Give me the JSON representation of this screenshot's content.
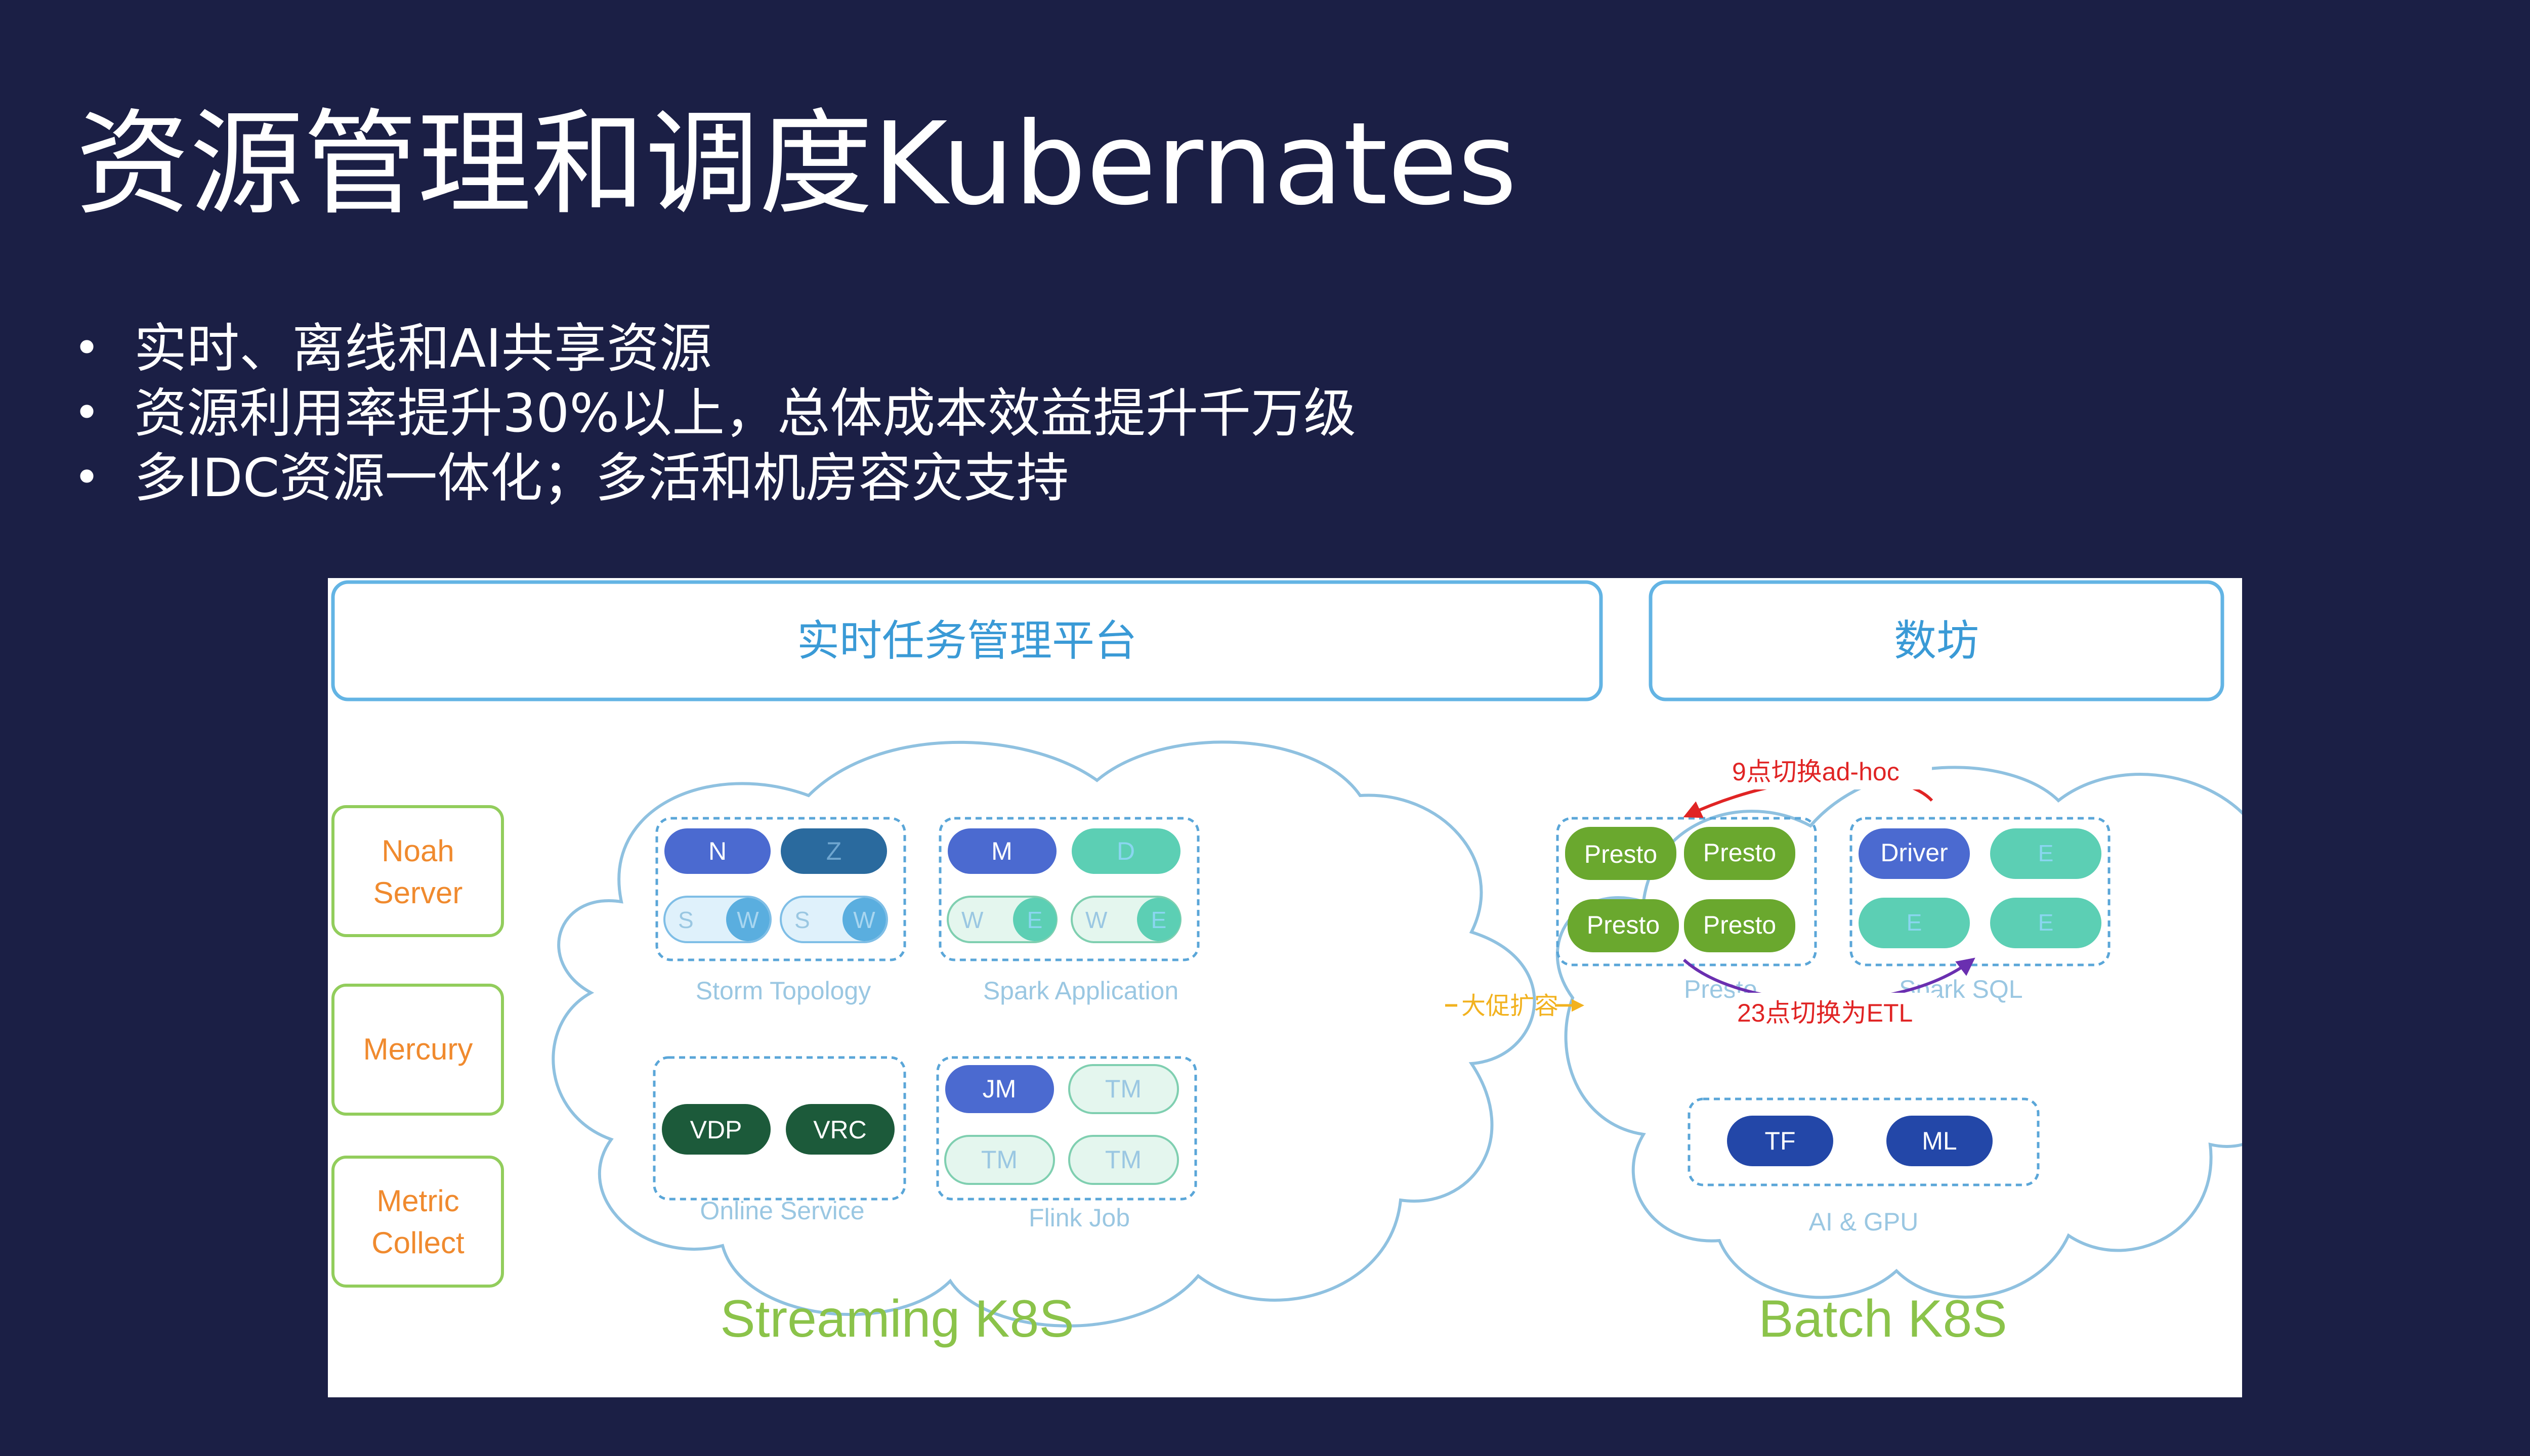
{
  "title": "资源管理和调度Kubernates",
  "bullets": [
    "实时、离线和AI共享资源",
    "资源利用率提升30%以上，总体成本效益提升千万级",
    "多IDC资源一体化；多活和机房容灾支持"
  ],
  "colors": {
    "background": "#1b1f45",
    "box_border": "#63b4e4",
    "box_text": "#3a9ad6",
    "side_border": "#92cd5c",
    "side_text": "#f08a2e",
    "cloud": "#8fc1e0",
    "cluster_label": "#8bc34a",
    "arrow_red": "#e02424",
    "arrow_purple": "#6a2fb0",
    "arrow_orange": "#f2b21f"
  },
  "diagram": {
    "top_boxes": {
      "realtime_platform": "实时任务管理平台",
      "shufang": "数坊"
    },
    "side_boxes": {
      "noah_line1": "Noah",
      "noah_line2": "Server",
      "mercury": "Mercury",
      "metric_line1": "Metric",
      "metric_line2": "Collect"
    },
    "streaming": {
      "cluster_label": "Streaming K8S",
      "storm": {
        "label": "Storm Topology",
        "nimbus": "N",
        "zookeeper": "Z",
        "s1": "S",
        "w1": "W",
        "s2": "S",
        "w2": "W"
      },
      "spark": {
        "label": "Spark Application",
        "master": "M",
        "driver": "D",
        "w1": "W",
        "e1": "E",
        "w2": "W",
        "e2": "E"
      },
      "online": {
        "label": "Online Service",
        "vdp": "VDP",
        "vrc": "VRC"
      },
      "flink": {
        "label": "Flink Job",
        "jm": "JM",
        "tm1": "TM",
        "tm2": "TM",
        "tm3": "TM"
      }
    },
    "promo_arrow": "大促扩容",
    "batch": {
      "cluster_label": "Batch K8S",
      "presto": {
        "label": "Presto",
        "p1": "Presto",
        "p2": "Presto",
        "p3": "Presto",
        "p4": "Presto"
      },
      "spark_sql": {
        "label": "Spark SQL",
        "driver": "Driver",
        "e1": "E",
        "e2": "E",
        "e3": "E"
      },
      "ai": {
        "label": "AI & GPU",
        "tf": "TF",
        "ml": "ML"
      },
      "switch_adhoc": "9点切换ad-hoc",
      "switch_etl": "23点切换为ETL"
    }
  }
}
